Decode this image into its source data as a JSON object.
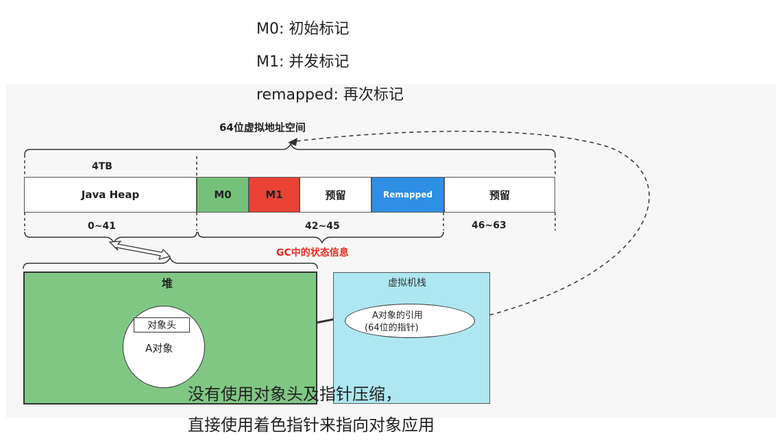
{
  "legend": {
    "m0": "M0: 初始标记",
    "m1": "M1: 并发标记",
    "remapped": "remapped: 再次标记"
  },
  "diagram": {
    "title": "64位虚拟地址空间",
    "size_label": "4TB",
    "segments": {
      "java_heap": "Java Heap",
      "m0": "M0",
      "m1": "M1",
      "reserved1": "预留",
      "remapped": "Remapped",
      "reserved2": "预留"
    },
    "ranges": {
      "r1": "0~41",
      "r2": "42~45",
      "r3": "46~63"
    },
    "gc_state": "GC中的状态信息",
    "heap_label": "堆",
    "stack_label": "虚拟机栈",
    "object_header": "对象头",
    "object_label": "A对象",
    "ref_line1": "A对象的引用",
    "ref_line2": "(64位的指针)"
  },
  "note": {
    "line1": "没有使用对象头及指针压缩，",
    "line2": "直接使用着色指针来指向对象应用"
  },
  "colors": {
    "m0": "#76c17a",
    "m1": "#ea4335",
    "remapped": "#2f8fe5",
    "heap": "#80c784",
    "stack": "#aee7f1",
    "gc_state": "#e8281f"
  }
}
